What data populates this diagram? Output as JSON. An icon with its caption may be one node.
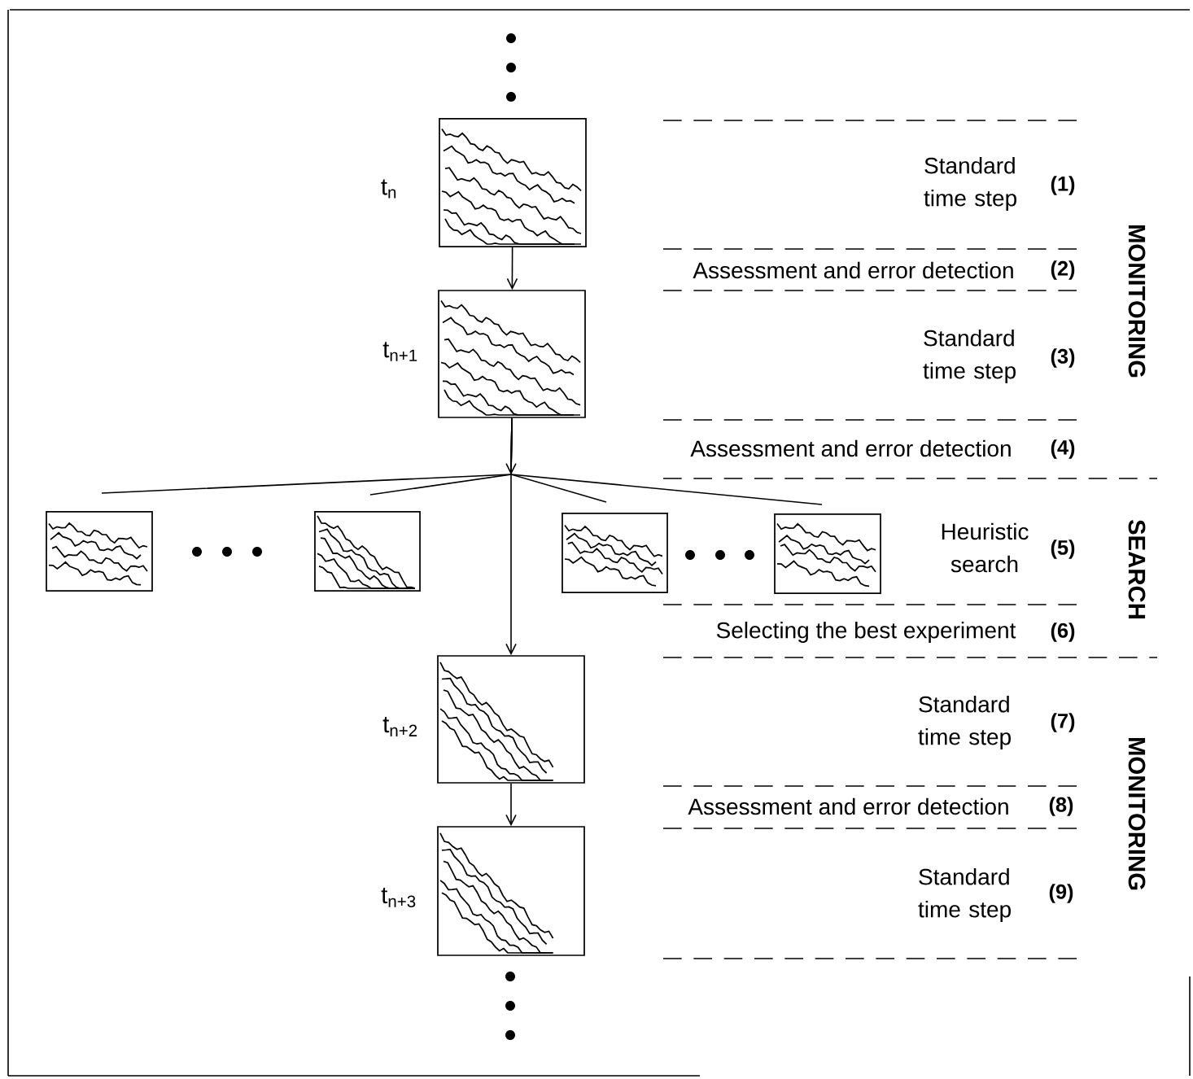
{
  "diagram": {
    "nodes": [
      {
        "text": [],
        "shape": "picture",
        "beside": [
          "t$_{n}$"
        ]
      },
      {
        "text": [],
        "shape": "picture",
        "beside": [
          "t$_{n+1}$"
        ]
      },
      {
        "text": [],
        "shape": "picture"
      },
      {
        "text": [],
        "shape": "picture"
      },
      {
        "text": [],
        "shape": "picture"
      },
      {
        "text": [],
        "shape": "picture"
      },
      {
        "text": [],
        "shape": "picture",
        "beside": [
          "t$_{n+2}$"
        ]
      },
      {
        "text": [],
        "shape": "picture",
        "beside": [
          "t$_{n+3}$"
        ]
      }
    ],
    "edges": [
      {
        "from": 0,
        "to": 1,
        "arrow": "to"
      },
      {
        "from": 1,
        "to": 2,
        "arrow": "none"
      },
      {
        "from": 1,
        "to": 3,
        "arrow": "none"
      },
      {
        "from": 1,
        "to": 4,
        "arrow": "none"
      },
      {
        "from": 1,
        "to": 5,
        "arrow": "none"
      },
      {
        "from": 1,
        "to": 6,
        "arrow": "to"
      },
      {
        "from": 6,
        "to": 7,
        "arrow": "to"
      }
    ],
    "labels": [
      "Standard time step",
      "(1)",
      "MONITORING",
      "Assessment and error detection",
      "(2)",
      "Standard time step",
      "(3)",
      "Assessment and error detection",
      "(4)",
      "Heuristic search",
      "(5)",
      "SEARCH",
      "Selecting the best experiment",
      "(6)",
      "Standard time step",
      "(7)",
      "MONITORING",
      "Assessment and error detection",
      "(8)",
      "Standard time step",
      "(9)"
    ]
  }
}
